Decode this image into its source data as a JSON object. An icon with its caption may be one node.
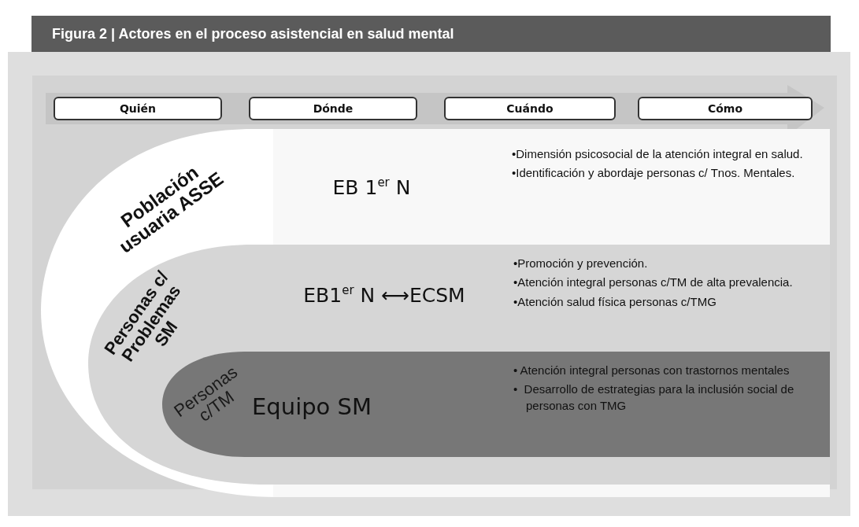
{
  "diagram": {
    "title": "Figura 2 | Actores en el proceso asistencial en salud mental",
    "nodes": [
      {
        "text": [
          "Quién"
        ]
      },
      {
        "text": [
          "Dónde"
        ]
      },
      {
        "text": [
          "Cuándo"
        ]
      },
      {
        "text": [
          "Cómo"
        ]
      },
      {
        "text": [
          "Población usuaria ASSE",
          "EB 1$^{er}$ N",
          "•Dimensión psicosocial de la atención integral en salud.",
          "•Identificación y abordaje personas c/ Tnos. Mentales."
        ]
      },
      {
        "text": [
          "Personas c/ Problemas SM",
          "EB1$^{er}$ N ⟷ECSM",
          "•Promoción y prevención.",
          "•Atención integral personas c/TM de alta prevalencia.",
          "•Atención salud física personas c/TMG"
        ],
        "in": 4
      },
      {
        "text": [
          "Personas c/TM",
          "Equipo SM",
          "• Atención integral personas con trastornos mentales",
          "•  Desarrollo de estrategias para la inclusión social de personas con TMG"
        ],
        "in": 5
      }
    ]
  }
}
